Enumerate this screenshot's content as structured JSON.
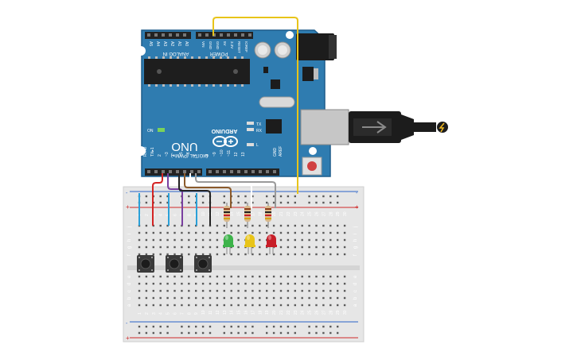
{
  "board": {
    "brand": "ARDUINO",
    "model": "UNO",
    "power_header_title": "POWER",
    "analog_header_title": "ANALOG IN",
    "digital_header_title": "DIGITAL (PWM~)",
    "on_label": "ON",
    "tx_label": "TX",
    "rx_label": "RX",
    "l_label": "L",
    "aref_label": "AREF",
    "gnd_label": "GND",
    "analog_pins": [
      "A0",
      "A1",
      "A2",
      "A3",
      "A4",
      "A5"
    ],
    "power_pins": [
      "VIN",
      "GND",
      "GND",
      "5V",
      "3.3V",
      "RESET",
      "IOREF"
    ],
    "digital_pins_low": [
      "RX◂0",
      "TX▸1",
      "2",
      "~3",
      "4",
      "~5",
      "~6",
      "7"
    ],
    "digital_pins_high": [
      "8",
      "~9",
      "~10",
      "~11",
      "12",
      "13"
    ]
  },
  "breadboard": {
    "row_letters_top": [
      "j",
      "i",
      "h",
      "g",
      "f"
    ],
    "row_letters_bottom": [
      "e",
      "d",
      "c",
      "b",
      "a"
    ],
    "columns": [
      "1",
      "2",
      "3",
      "4",
      "5",
      "6",
      "7",
      "8",
      "9",
      "10",
      "11",
      "12",
      "13",
      "14",
      "15",
      "16",
      "17",
      "18",
      "19",
      "20",
      "21",
      "22",
      "23",
      "24",
      "25",
      "26",
      "27",
      "28",
      "29",
      "30"
    ],
    "rail_plus": "+",
    "rail_minus": "-"
  },
  "components": {
    "leds": [
      {
        "name": "led-green",
        "color": "#3db34a"
      },
      {
        "name": "led-yellow",
        "color": "#e8c419"
      },
      {
        "name": "led-red",
        "color": "#c81e28"
      }
    ],
    "pushbutton_count": 3,
    "resistor_count": 3
  },
  "wires": {
    "colors": [
      "#e8c419",
      "#d42424",
      "#7a3fa0",
      "#222222",
      "#8b5a2b",
      "#9a9a9a",
      "#ffffff"
    ]
  },
  "colors": {
    "board_blue": "#2f7cb0",
    "board_dark": "#1d5c8a",
    "breadboard": "#e6e6e6",
    "rail_red": "#d02a2a",
    "rail_blue": "#2a62c8",
    "usb_black": "#1c1c1c"
  }
}
